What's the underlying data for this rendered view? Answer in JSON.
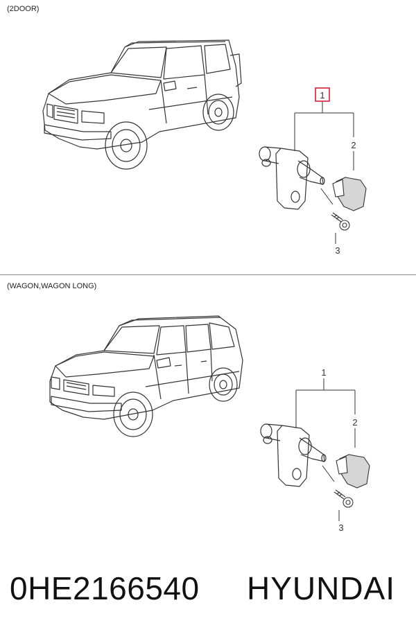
{
  "diagrams": [
    {
      "variant_label": "(2DOOR)",
      "callouts": {
        "assembly": "1",
        "cap": "2",
        "screw": "3"
      },
      "highlight_color": "#d9384a"
    },
    {
      "variant_label": "(WAGON,WAGON LONG)",
      "callouts": {
        "assembly": "1",
        "cap": "2",
        "screw": "3"
      }
    }
  ],
  "footer": {
    "part_number": "0HE2166540",
    "brand": "HYUNDAI"
  }
}
